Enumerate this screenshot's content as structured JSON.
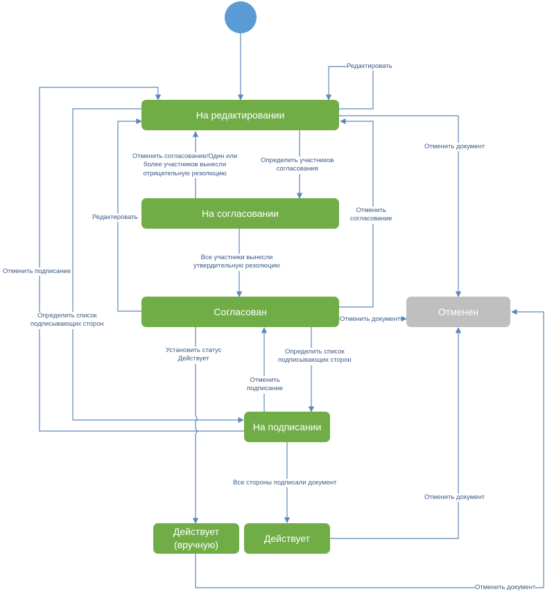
{
  "diagram": {
    "states": {
      "editing": "На редактировании",
      "approval": "На согласовании",
      "approved": "Согласован",
      "cancelled": "Отменен",
      "signing": "На подписании",
      "active_manual": "Действует\n(вручную)",
      "active": "Действует"
    },
    "transitions": {
      "edit_self": "Редактировать",
      "cancel_doc_top": "Отменить документ",
      "cancel_approval_negative": "Отменить согласование/Один или\nболее участников вынесли\nотрицательную резолюцию",
      "define_participants": "Определить участников\nсогласования",
      "edit_left": "Редактировать",
      "cancel_approval_right": "Отменить\nсогласование",
      "all_positive": "Все участники вынесли\nутвердительную резолюцию",
      "cancel_signing_left": "Отменить подписание",
      "define_signers_left": "Определить список\nподписывающих сторон",
      "cancel_doc_mid": "Отменить документ",
      "set_active": "Установить статус\nДействует",
      "cancel_signing_mid": "Отменить\nподписание",
      "define_signers_mid": "Определить список\nподписывающих сторон",
      "all_signed": "Все стороны подписали документ",
      "cancel_doc_low": "Отменить документ",
      "cancel_doc_bottom": "Отменить документ"
    },
    "colors": {
      "state": "#70ad47",
      "cancelled": "#bfbfbf",
      "start": "#5b9bd5",
      "arrow": "#5b87b9",
      "label": "#3b5b86"
    }
  }
}
